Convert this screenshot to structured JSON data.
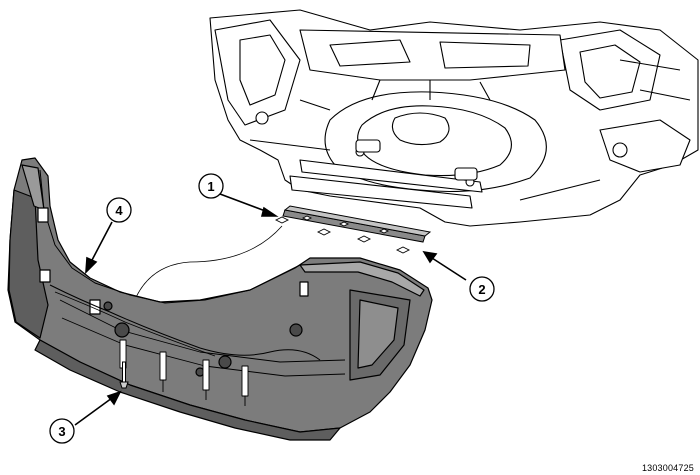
{
  "diagram": {
    "callouts": [
      {
        "id": "callout-1",
        "label": "1"
      },
      {
        "id": "callout-2",
        "label": "2"
      },
      {
        "id": "callout-3",
        "label": "3"
      },
      {
        "id": "callout-4",
        "label": "4"
      }
    ],
    "figure_id": "1303004725",
    "colors": {
      "fascia_fill": "#7c7c7c",
      "fascia_shadow": "#5e5e5e",
      "line": "#000000",
      "underbody_fill": "#ffffff"
    }
  }
}
